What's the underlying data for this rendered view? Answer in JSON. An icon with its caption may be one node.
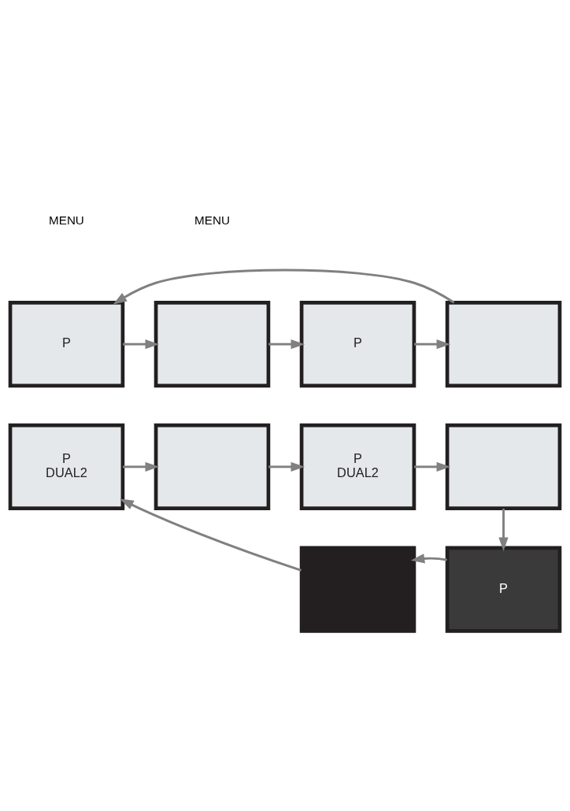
{
  "diagram": {
    "nodes": [
      {
        "text": [
          "P"
        ]
      },
      {
        "text": [],
        "shape": "box"
      },
      {
        "text": [
          "P"
        ]
      },
      {
        "text": [],
        "shape": "box"
      },
      {
        "text": [
          "P",
          "DUAL2"
        ]
      },
      {
        "text": [],
        "shape": "box"
      },
      {
        "text": [
          "P",
          "DUAL2"
        ]
      },
      {
        "text": [],
        "shape": "box"
      },
      {
        "text": [],
        "shape": "box"
      },
      {
        "text": [
          "P"
        ]
      }
    ],
    "edges": [
      {
        "from": 0,
        "to": 1,
        "arrow": "to"
      },
      {
        "from": 1,
        "to": 2,
        "arrow": "to"
      },
      {
        "from": 2,
        "to": 3,
        "arrow": "to"
      },
      {
        "from": 3,
        "to": 0,
        "arrow": "to"
      },
      {
        "from": 4,
        "to": 5,
        "arrow": "to"
      },
      {
        "from": 5,
        "to": 6,
        "arrow": "to"
      },
      {
        "from": 6,
        "to": 7,
        "arrow": "to"
      },
      {
        "from": 7,
        "to": 9,
        "arrow": "to"
      },
      {
        "from": 9,
        "to": 8,
        "arrow": "to"
      },
      {
        "from": 8,
        "to": 4,
        "arrow": "to"
      }
    ],
    "labels": [
      "MENU",
      "MENU"
    ]
  }
}
